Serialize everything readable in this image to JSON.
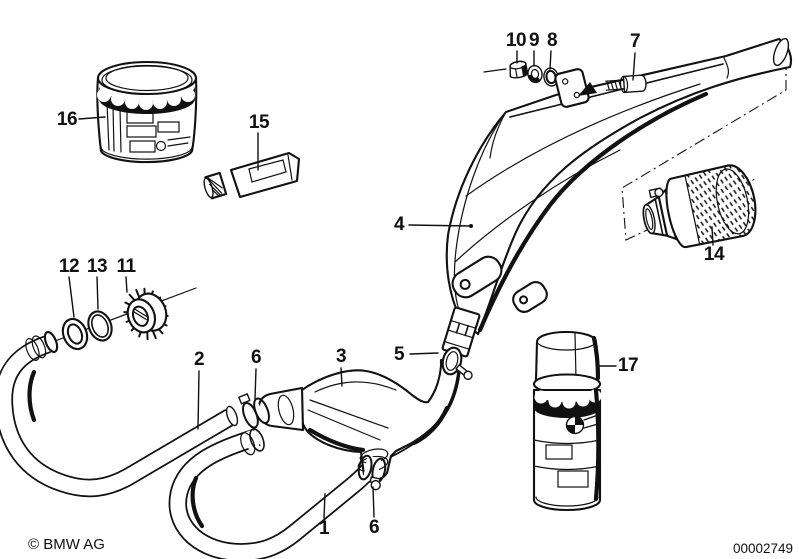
{
  "footer": {
    "copyright": "© BMW AG",
    "diagram_number": "00002749"
  },
  "callouts": {
    "c1": "1",
    "c2": "2",
    "c3": "3",
    "c4": "4",
    "c5": "5",
    "c6_upper": "6",
    "c6_lower": "6",
    "c7": "7",
    "c8": "8",
    "c9": "9",
    "c10": "10",
    "c11": "11",
    "c12": "12",
    "c13": "13",
    "c14": "14",
    "c15": "15",
    "c16": "16",
    "c17": "17"
  },
  "colors": {
    "ink": "#111111",
    "paper": "#ffffff"
  }
}
